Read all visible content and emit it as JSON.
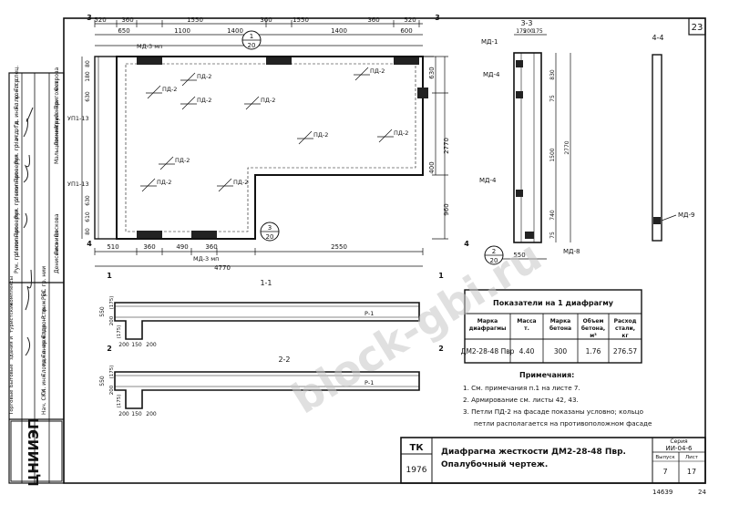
{
  "sheet_number": "23",
  "watermark": "block-gbi.ru",
  "left_stamp": {
    "rows": [
      {
        "role": "Рук. гр. нии",
        "name": "Денисенко"
      },
      {
        "role": "Исполнил",
        "name": "Лисниця"
      },
      {
        "role": "Проверил",
        "name": "Воскова"
      },
      {
        "role": "Рук. гр. нии",
        "name": ""
      },
      {
        "role": "Исполнил",
        "name": ""
      },
      {
        "role": "Проверил",
        "name": ""
      },
      {
        "role": "Рук. гр. отд.",
        "name": "Мальцевский"
      },
      {
        "role": "Нач. отд.",
        "name": "Ломинский"
      },
      {
        "role": "Гл. инж. пр.",
        "name": "Урусенко"
      },
      {
        "role": "Гл. констр.",
        "name": "Пригожев"
      },
      {
        "role": "Гл. спец.",
        "name": "Острова"
      }
    ],
    "org_rows": [
      {
        "role": "Нач. СКК",
        "name": ""
      },
      {
        "role": "Гл. инж. отд.",
        "name": ""
      },
      {
        "role": "Гл. инженер отд.",
        "name": ""
      },
      {
        "role": "Гл. инж. пр.",
        "name": ""
      },
      {
        "role": "Гл. констр.",
        "name": ""
      },
      {
        "role": "Р. инж. ЕС",
        "name": ""
      },
      {
        "role": "Рук. гр. нии",
        "name": ""
      }
    ],
    "org_side": [
      "Торговые",
      "Бытовые",
      "здания и",
      "туристские",
      "комплексы"
    ],
    "logo": "ЦНИИЭП"
  },
  "views": {
    "main_dims_top": [
      "520",
      "360",
      "1550",
      "360",
      "1550",
      "360",
      "520"
    ],
    "main_dims_top2": [
      "650",
      "1100",
      "1400",
      "1400",
      "600"
    ],
    "main_dims_right": [
      "630",
      "2770",
      "400",
      "960"
    ],
    "main_dims_bottom": [
      "510",
      "360",
      "490",
      "360",
      "2550"
    ],
    "main_dim_total": "4770",
    "left_markers": [
      "УП1-13",
      "УП1-13"
    ],
    "left_small_dims": [
      "80",
      "180",
      "630",
      "630",
      "610",
      "80"
    ],
    "labels_pd": [
      "ПД-2",
      "ПД-2",
      "ПД-2",
      "ПД-2",
      "ПД-2",
      "ПД-2",
      "ПД-2",
      "ПД-2",
      "ПД-2",
      "ПД-2"
    ],
    "md3_top": "МД-3 мп",
    "md3_bottom": "МД-3 мп",
    "callout_1_num": "1",
    "callout_1_den": "20",
    "callout_3_num": "3",
    "callout_3_den": "20",
    "callout_2_num": "2",
    "callout_2_den": "20",
    "section_marks": [
      "3",
      "3",
      "1",
      "1",
      "2",
      "2",
      "4",
      "4"
    ],
    "section_33_title": "3-3",
    "section_33_top_dims": [
      "175",
      "200",
      "175"
    ],
    "section_33_right": [
      "830",
      "75",
      "1500",
      "2770",
      "740",
      "75"
    ],
    "section_33_bottom": "550",
    "section_33_labels": [
      "МД-1",
      "МД-4",
      "МД-4",
      "МД-8"
    ],
    "section_44_title": "4-4",
    "section_44_label": "МД-9",
    "section_11_title": "1-1",
    "section_11_dims": [
      "550",
      "(175)",
      "200",
      "(175)",
      "200",
      "150",
      "200"
    ],
    "section_11_tag": "Р-1",
    "section_22_title": "2-2",
    "section_22_dims": [
      "550",
      "(175)",
      "200",
      "(175)",
      "200",
      "150",
      "200"
    ],
    "section_22_tag": "Р-1"
  },
  "table": {
    "title": "Показатели на 1 диафрагму",
    "headers": [
      "Марка диафрагмы",
      "Масса т.",
      "Марка бетона",
      "Объем бетона, м³",
      "Расход стали, кг"
    ],
    "rows": [
      [
        "ДМ2-28-48 Пвр",
        "4.40",
        "300",
        "1.76",
        "276.57"
      ]
    ]
  },
  "notes": {
    "title": "Примечания:",
    "items": [
      "1. См. примечания п.1 на листе 7.",
      "2. Армирование см. листы 42, 43.",
      "3. Петли ПД-2 на фасаде показаны условно; кольцо",
      "петли располагается на противоположном фасаде"
    ]
  },
  "title_block": {
    "tk": "ТК",
    "year": "1976",
    "title_line1": "Диафрагма жесткости ДМ2-28-48 Пвр.",
    "title_line2": "Опалубочный чертеж.",
    "series_label": "Серия",
    "series": "ИИ-04-6",
    "issue_label": "Выпуск",
    "issue": "7",
    "sheet_label": "Лист",
    "sheet": "17"
  },
  "footer": {
    "doc_number": "14639",
    "page": "24"
  }
}
